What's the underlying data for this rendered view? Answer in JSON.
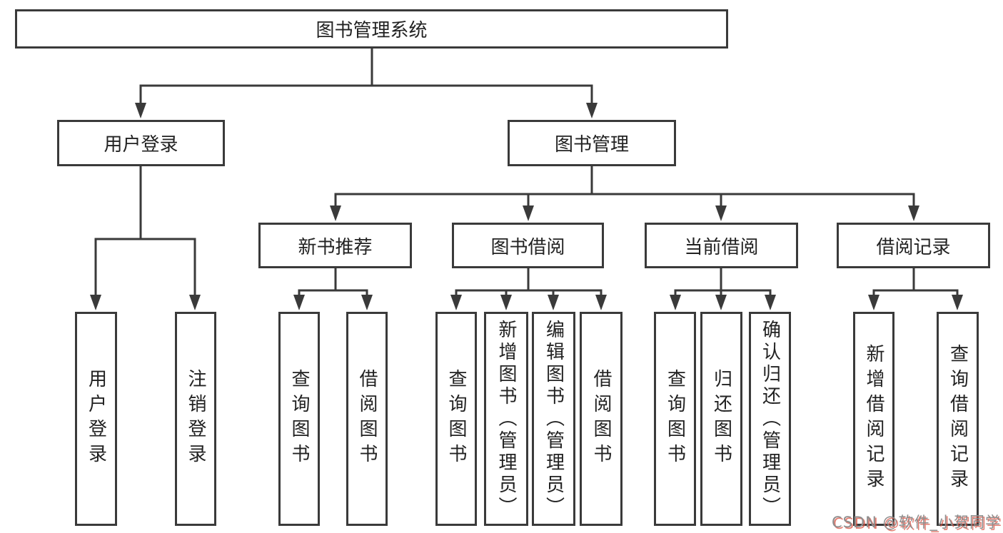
{
  "diagram": {
    "nodes": {
      "root": "图书管理系统",
      "l2": [
        "用户登录",
        "图书管理"
      ],
      "l3": [
        "新书推荐",
        "图书借阅",
        "当前借阅",
        "借阅记录"
      ],
      "leaves": [
        "用户登录",
        "注销登录",
        "查询图书",
        "借阅图书",
        "查询图书",
        "新增图书（管理员）",
        "编辑图书（管理员）",
        "借阅图书",
        "查询图书",
        "归还图书",
        "确认归还（管理员）",
        "新增借阅记录",
        "查询借阅记录"
      ]
    },
    "watermark": "CSDN @软件_小贺同学",
    "colors": {
      "line": "#3a3a3a",
      "box_border": "#3a3a3a",
      "text": "#222222",
      "watermark_gray": "#8e8e8e",
      "watermark_red": "#d95242"
    }
  }
}
